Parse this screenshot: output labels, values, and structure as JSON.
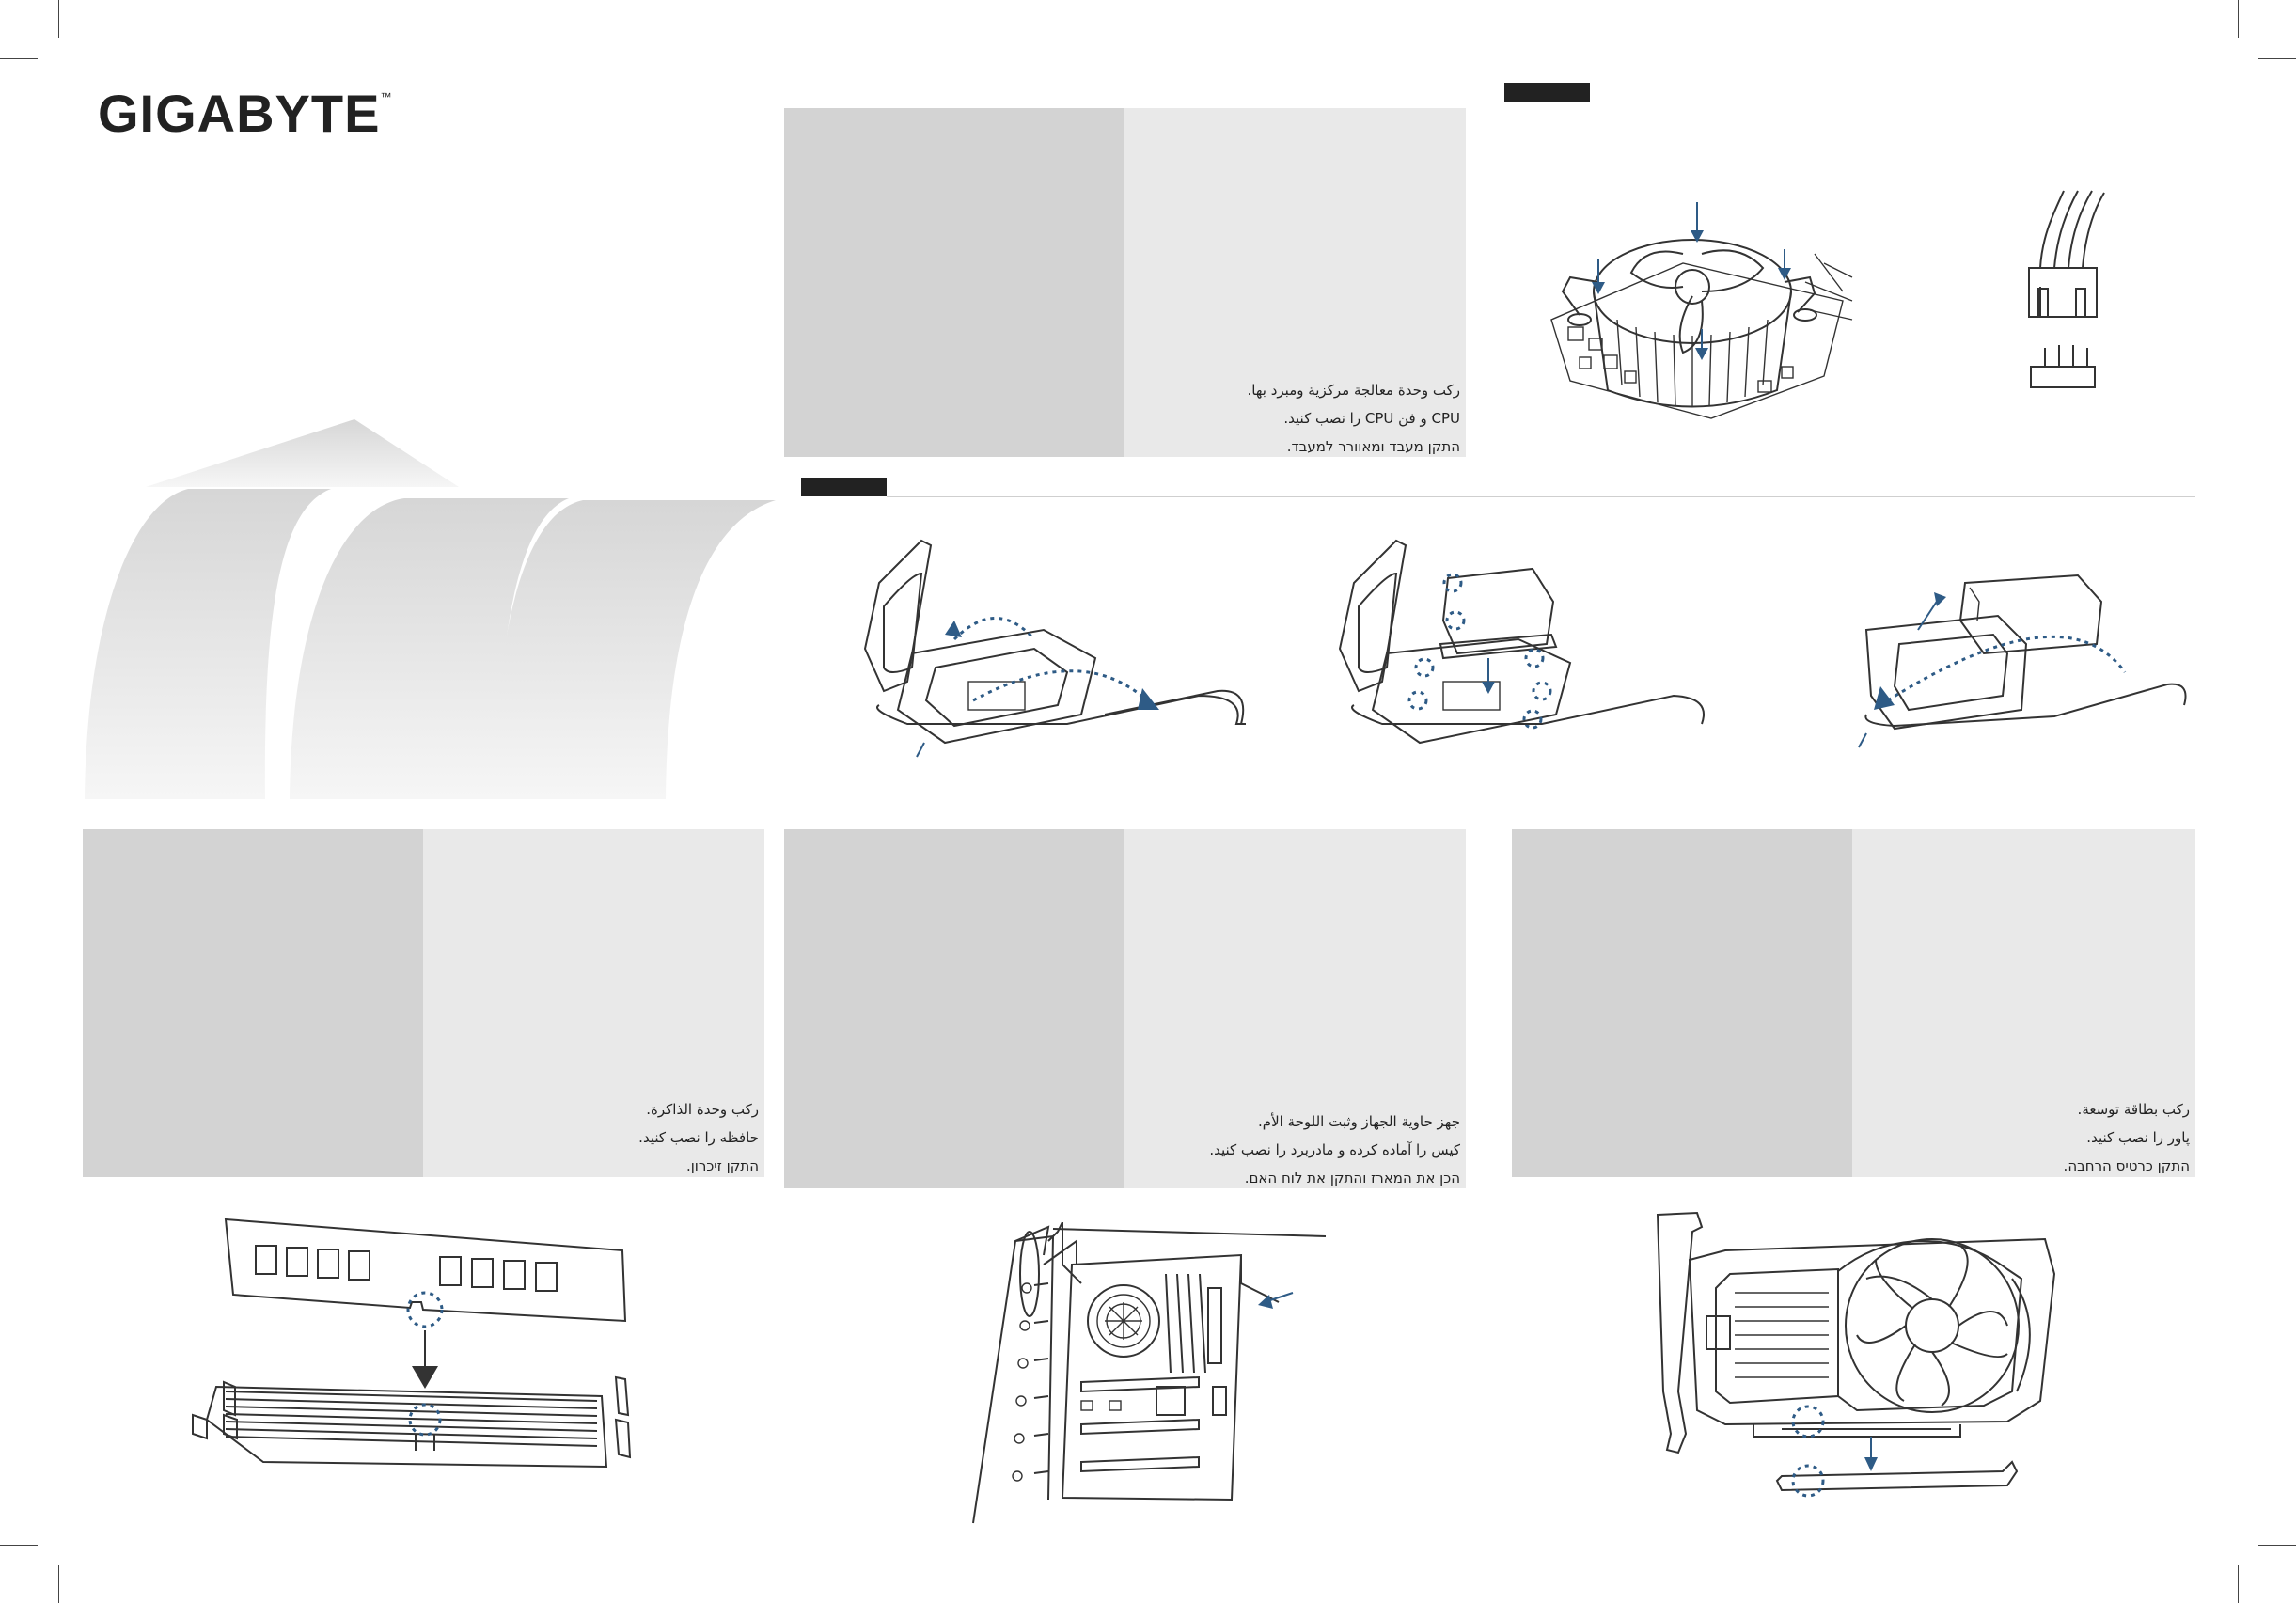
{
  "brand": {
    "name": "GIGABYTE",
    "trademark": "™"
  },
  "sections": {
    "cpu": {
      "captions": [
        "ركب وحدة معالجة مركزية ومبرد بها.",
        "CPU و فن CPU را نصب کنید.",
        "התקן מעבד ומאוורר למעבד."
      ]
    },
    "memory": {
      "captions": [
        "ركب وحدة الذاكرة.",
        "حافظه را نصب کنید.",
        "התקן זיכרון."
      ]
    },
    "motherboard": {
      "captions": [
        "جهز حاوية الجهاز وثبت اللوحة الأم.",
        "کیس را آماده کرده و مادربرد را نصب کنید.",
        "הכן את המארז והתקן את לוח האם."
      ]
    },
    "expansion": {
      "captions": [
        "ركب بطاقة توسعة.",
        "پاور را نصب کنید.",
        "התקן כרטיס הרחבה."
      ]
    }
  },
  "colors": {
    "accent_blue": "#2e5b86",
    "panel_dark": "#d3d3d3",
    "panel_light": "#e9e9e9",
    "tab": "#222222"
  },
  "icons": [
    "gigabyte-logo",
    "arrow-graphic",
    "cpu-cooler-illustration",
    "fan-connector-illustration",
    "cpu-socket-illustration",
    "memory-module-illustration",
    "chassis-illustration",
    "graphics-card-illustration"
  ]
}
